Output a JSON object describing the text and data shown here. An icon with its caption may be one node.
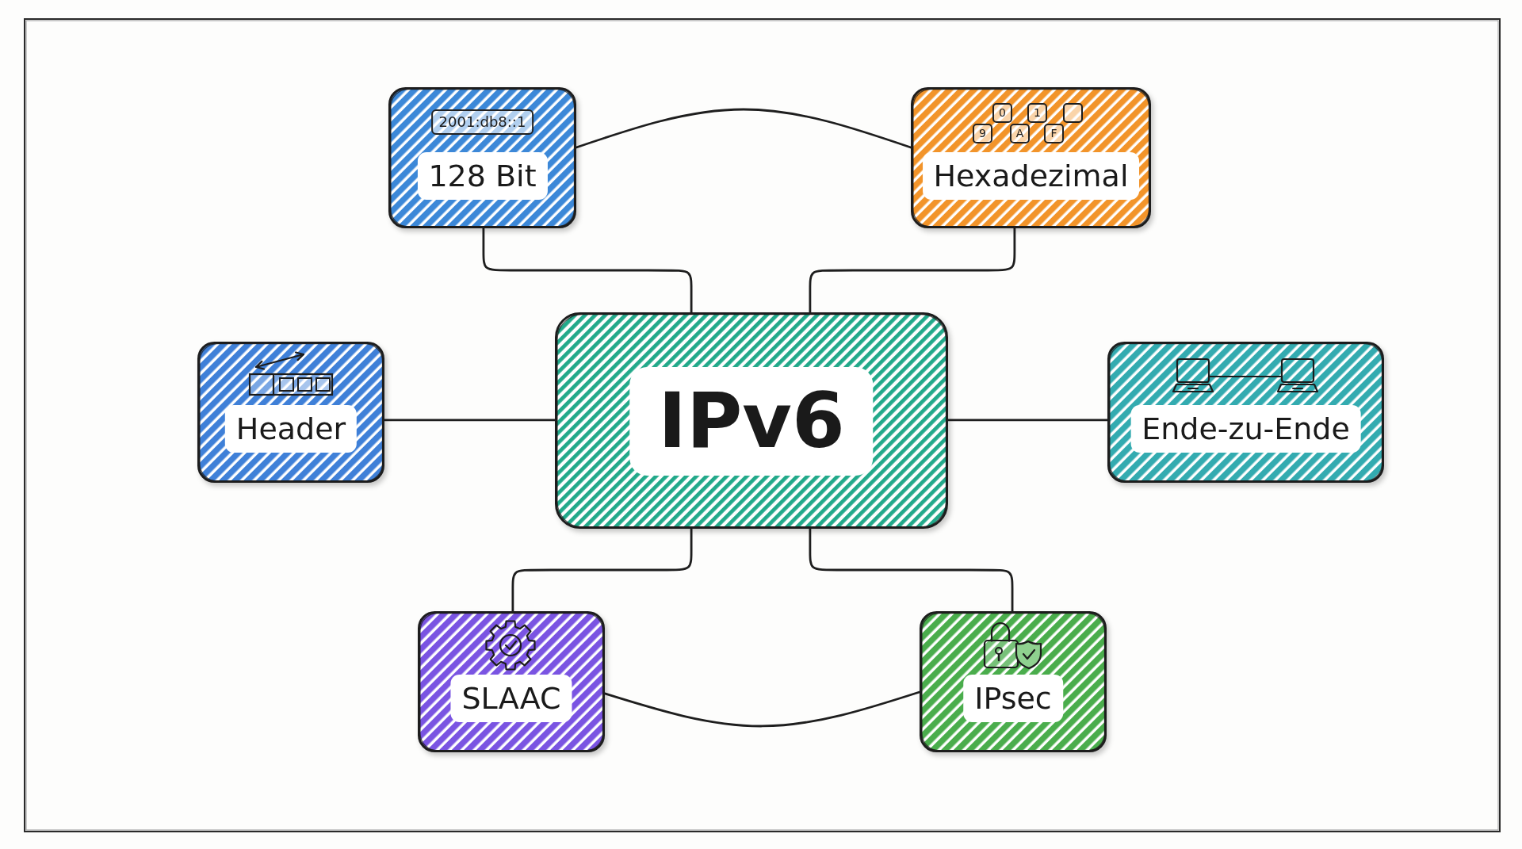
{
  "diagram": {
    "nodes": [
      {
        "text": [
          "2001:db8::1",
          "128 Bit"
        ]
      },
      {
        "text": [
          "0",
          "1",
          "9",
          "A",
          "F",
          "Hexadezimal"
        ]
      },
      {
        "text": [
          "Header"
        ]
      },
      {
        "text": [
          "IPv6"
        ]
      },
      {
        "text": [
          "Ende-zu-Ende"
        ]
      },
      {
        "text": [
          "SLAAC"
        ]
      },
      {
        "text": [
          "IPsec"
        ]
      }
    ],
    "edges": [
      {
        "from": 0,
        "to": 1,
        "arrow": "none"
      },
      {
        "from": 0,
        "to": 3,
        "arrow": "none"
      },
      {
        "from": 1,
        "to": 3,
        "arrow": "none"
      },
      {
        "from": 2,
        "to": 3,
        "arrow": "none"
      },
      {
        "from": 3,
        "to": 4,
        "arrow": "none"
      },
      {
        "from": 3,
        "to": 5,
        "arrow": "none"
      },
      {
        "from": 3,
        "to": 6,
        "arrow": "none"
      },
      {
        "from": 5,
        "to": 6,
        "arrow": "none"
      }
    ]
  }
}
